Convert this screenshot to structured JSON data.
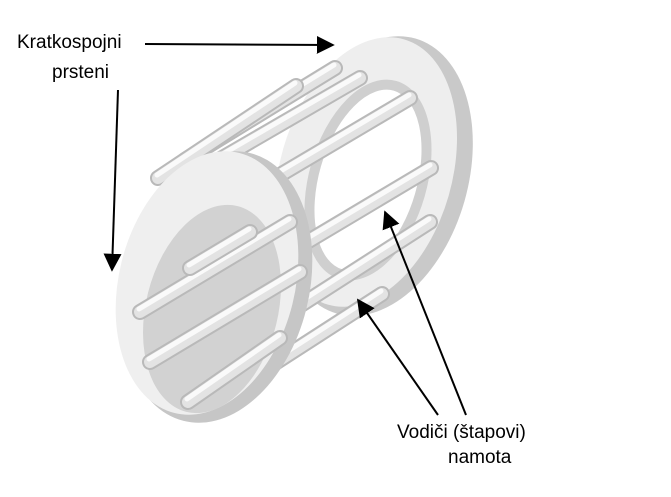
{
  "labels": {
    "rings_line1": "Kratkospojni",
    "rings_line2": "prsteni",
    "bars_line1": "Vodiči (štapovi)",
    "bars_line2": "namota"
  },
  "colors": {
    "ring_face": "#eeeeee",
    "ring_edge": "#cfcfcf",
    "ring_inner": "#d8d8d8",
    "bar_light": "#f4f4f4",
    "bar_mid": "#dcdcdc",
    "bar_dark": "#bdbdbd",
    "arrow": "#000000"
  }
}
